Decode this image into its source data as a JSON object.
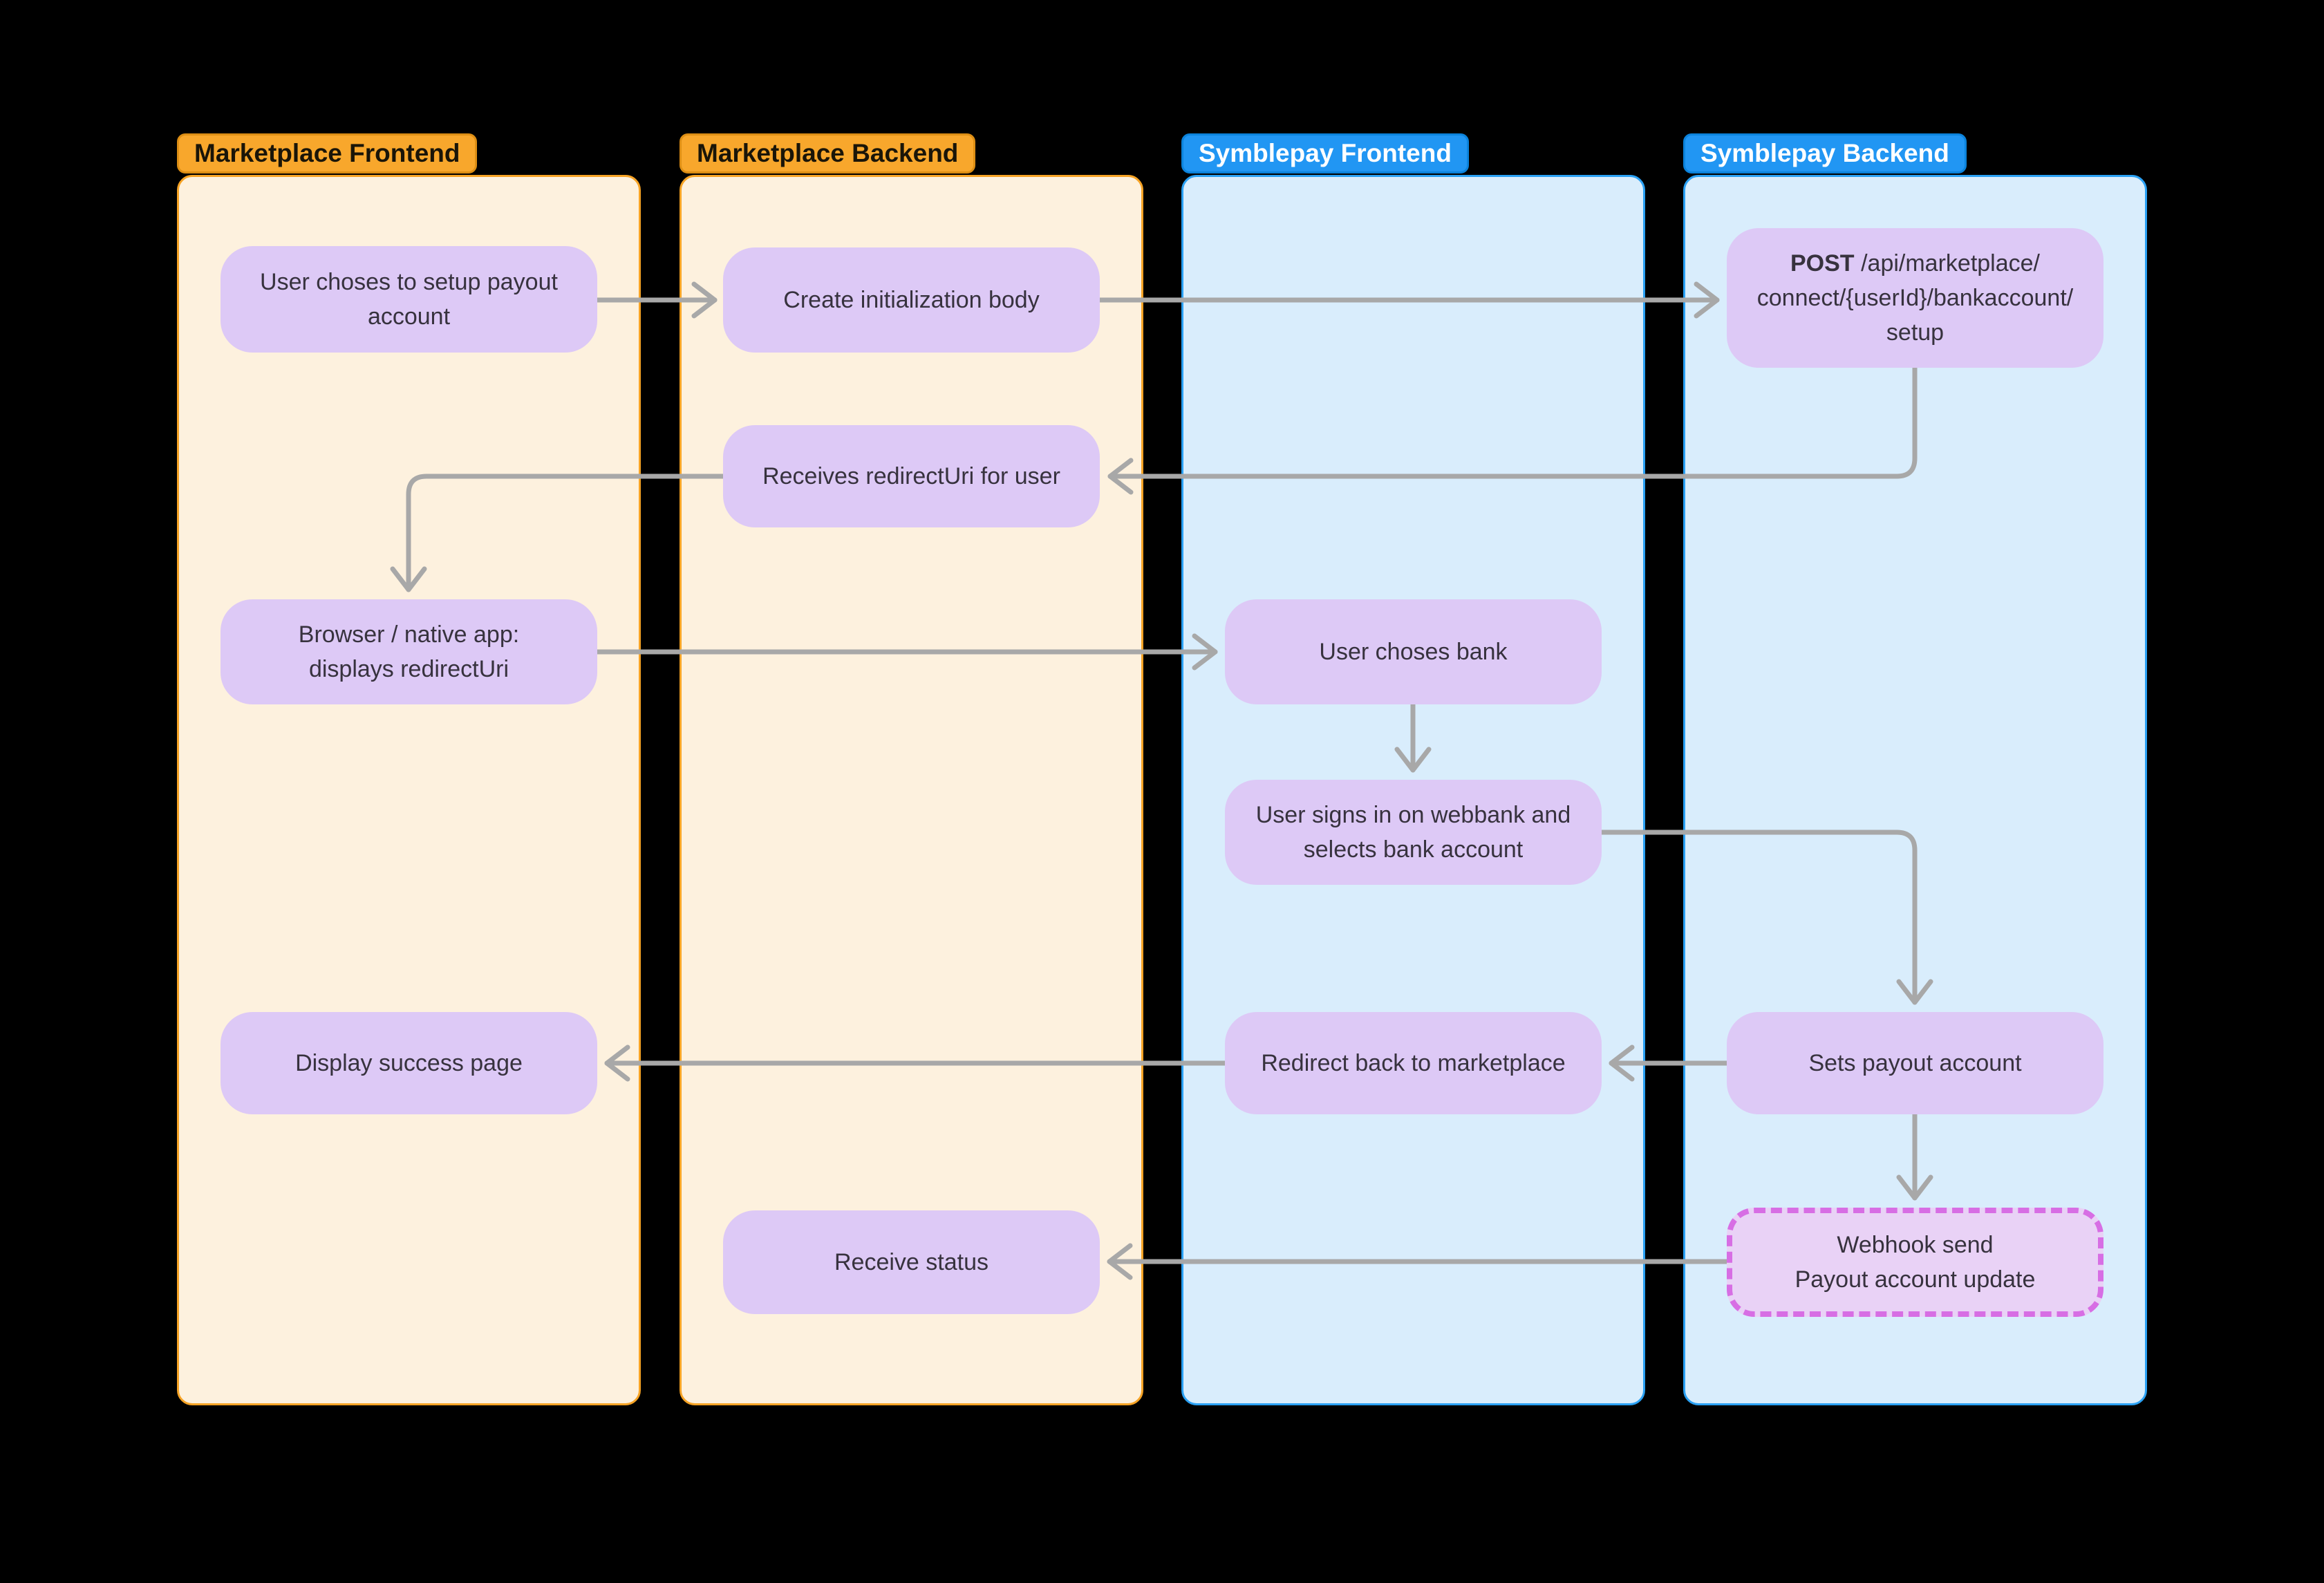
{
  "lanes": [
    {
      "id": "marketplace-frontend",
      "label": "Marketplace Frontend",
      "theme": "orange"
    },
    {
      "id": "marketplace-backend",
      "label": "Marketplace Backend",
      "theme": "orange"
    },
    {
      "id": "symblepay-frontend",
      "label": "Symblepay Frontend",
      "theme": "blue"
    },
    {
      "id": "symblepay-backend",
      "label": "Symblepay Backend",
      "theme": "blue"
    }
  ],
  "nodes": {
    "user_setup_payout": {
      "lane": "marketplace-frontend",
      "lines": [
        "User choses to setup payout",
        "account"
      ]
    },
    "browser_native_app": {
      "lane": "marketplace-frontend",
      "lines": [
        "Browser / native app:",
        "displays redirectUri"
      ]
    },
    "display_success": {
      "lane": "marketplace-frontend",
      "lines": [
        "Display success page"
      ]
    },
    "create_init_body": {
      "lane": "marketplace-backend",
      "lines": [
        "Create initialization body"
      ]
    },
    "receives_redirect_uri": {
      "lane": "marketplace-backend",
      "lines": [
        "Receives redirectUri for user"
      ]
    },
    "receive_status": {
      "lane": "marketplace-backend",
      "lines": [
        "Receive status"
      ]
    },
    "user_choses_bank": {
      "lane": "symblepay-frontend",
      "lines": [
        "User choses bank"
      ]
    },
    "user_signs_in": {
      "lane": "symblepay-frontend",
      "lines": [
        "User signs in on webbank and",
        "selects bank account"
      ]
    },
    "redirect_back": {
      "lane": "symblepay-frontend",
      "lines": [
        "Redirect back to marketplace"
      ]
    },
    "post_endpoint": {
      "lane": "symblepay-backend",
      "method": "POST",
      "path_line1": "/api/marketplace/",
      "path_line2": "connect/{userId}/bankaccount/",
      "path_line3": "setup"
    },
    "sets_payout": {
      "lane": "symblepay-backend",
      "lines": [
        "Sets payout account"
      ]
    },
    "webhook_send": {
      "lane": "symblepay-backend",
      "lines": [
        "Webhook send",
        "Payout account update"
      ],
      "style": "dashed"
    }
  },
  "arrows": [
    {
      "from": "user_setup_payout",
      "to": "create_init_body"
    },
    {
      "from": "create_init_body",
      "to": "post_endpoint"
    },
    {
      "from": "post_endpoint",
      "to": "receives_redirect_uri"
    },
    {
      "from": "receives_redirect_uri",
      "to": "browser_native_app"
    },
    {
      "from": "browser_native_app",
      "to": "user_choses_bank"
    },
    {
      "from": "user_choses_bank",
      "to": "user_signs_in"
    },
    {
      "from": "user_signs_in",
      "to": "sets_payout"
    },
    {
      "from": "sets_payout",
      "to": "redirect_back"
    },
    {
      "from": "redirect_back",
      "to": "display_success"
    },
    {
      "from": "sets_payout",
      "to": "webhook_send"
    },
    {
      "from": "webhook_send",
      "to": "receive_status"
    }
  ],
  "colors": {
    "background": "#000000",
    "orange_header_bg": "#F8A72C",
    "orange_header_border": "#DD8E14",
    "orange_header_text": "#1A1508",
    "orange_lane_bg": "#FDF1DE",
    "orange_lane_border": "#F6A325",
    "blue_header_bg": "#2196F3",
    "blue_header_border": "#0B83DC",
    "blue_header_text": "#FFFFFF",
    "blue_lane_bg": "#D9EDFC",
    "blue_lane_border": "#2AA1F4",
    "node_bg": "#DDC9F6",
    "node_text": "#37323E",
    "webhook_bg": "#E9D2F6",
    "webhook_border": "#D76EE4",
    "arrow": "#A8A8A8"
  }
}
